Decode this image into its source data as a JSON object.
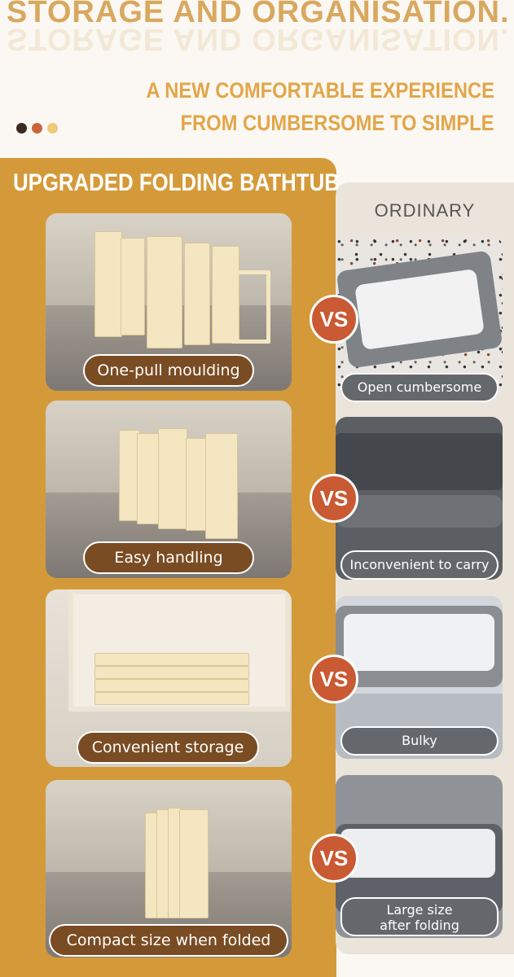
{
  "header": {
    "title": "STORAGE AND ORGANISATION.",
    "tagline_line1": "A NEW COMFORTABLE EXPERIENCE",
    "tagline_line2": "FROM CUMBERSOME TO SIMPLE",
    "dot_colors": [
      "#3a2a1f",
      "#c9653c",
      "#f0c878"
    ]
  },
  "colors": {
    "left_panel": "#d49a3a",
    "right_panel": "#ebe4da",
    "vs_badge": "#c95a33",
    "left_pill": "#7a4c23",
    "right_pill": "#64676b"
  },
  "left": {
    "title": "UPGRADED FOLDING BATHTUB",
    "items": [
      {
        "label": "One-pull moulding"
      },
      {
        "label": "Easy handling"
      },
      {
        "label": "Convenient storage"
      },
      {
        "label": "Compact size when folded"
      }
    ]
  },
  "right": {
    "title": "ORDINARY",
    "items": [
      {
        "label": "Open cumbersome"
      },
      {
        "label": "Inconvenient to carry"
      },
      {
        "label": "Bulky"
      },
      {
        "label_line1": "Large size",
        "label_line2": "after folding"
      }
    ]
  },
  "vs_label": "VS"
}
